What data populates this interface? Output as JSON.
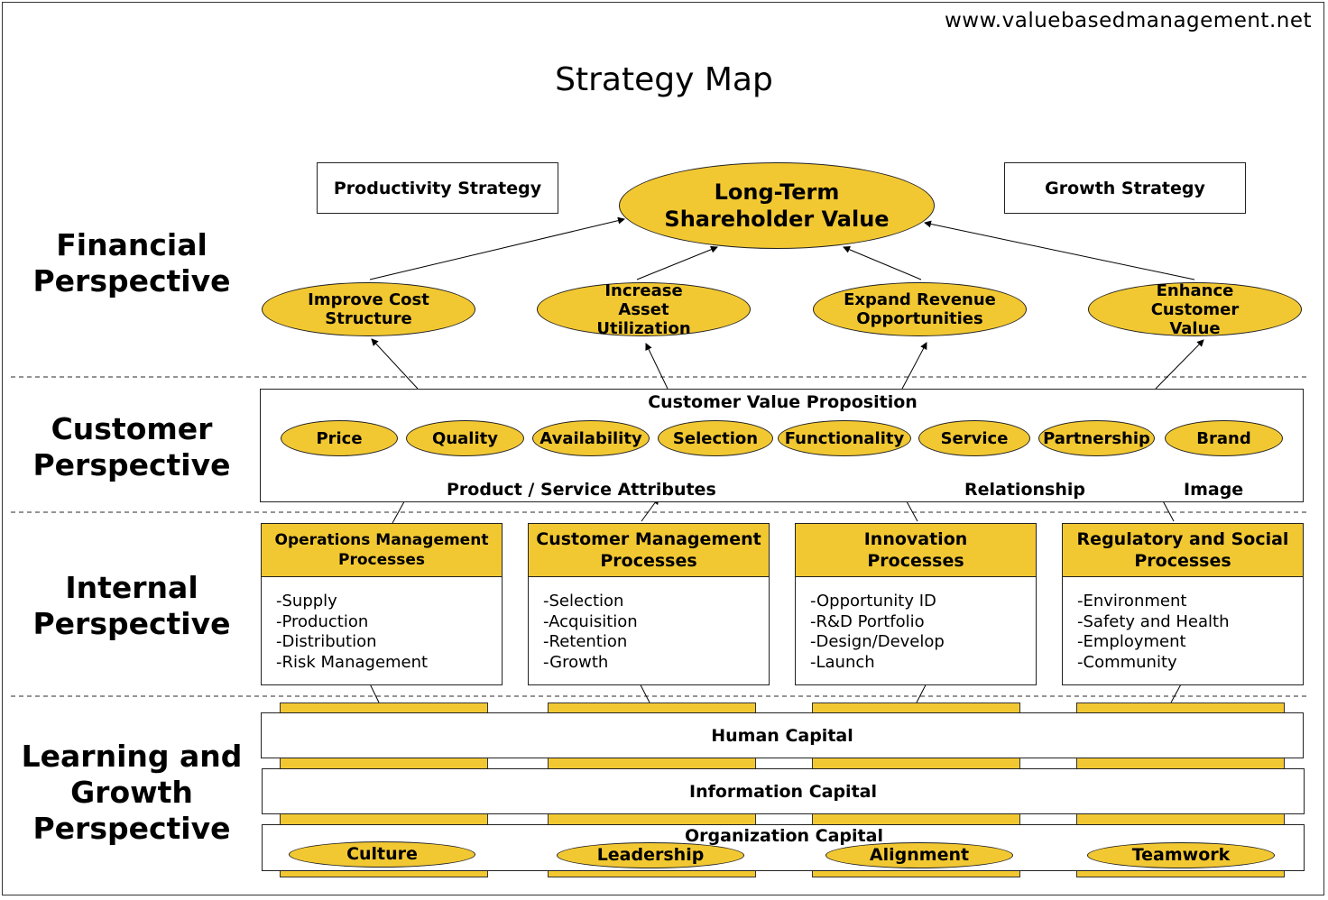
{
  "url": "www.valuebasedmanagement.net",
  "title": "Strategy Map",
  "perspectives": {
    "financial": "Financial Perspective",
    "customer": "Customer Perspective",
    "internal": "Internal Perspective",
    "learning": "Learning and Growth Perspective"
  },
  "financial": {
    "productivity": "Productivity Strategy",
    "growth": "Growth Strategy",
    "goal_line1": "Long-Term",
    "goal_line2": "Shareholder Value",
    "objectives": [
      "Improve Cost Structure",
      "Increase Asset Utilization",
      "Expand Revenue Opportunities",
      "Enhance Customer Value"
    ]
  },
  "customer": {
    "title": "Customer Value Proposition",
    "attributes": [
      "Price",
      "Quality",
      "Availability",
      "Selection",
      "Functionality",
      "Service",
      "Partnership",
      "Brand"
    ],
    "groups": [
      "Product / Service Attributes",
      "Relationship",
      "Image"
    ]
  },
  "internal": [
    {
      "title": "Operations Management Processes",
      "items": [
        "-Supply",
        "-Production",
        "-Distribution",
        "-Risk Management"
      ]
    },
    {
      "title": "Customer Management Processes",
      "items": [
        "-Selection",
        "-Acquisition",
        "-Retention",
        "-Growth"
      ]
    },
    {
      "title": "Innovation Processes",
      "items": [
        "-Opportunity ID",
        "-R&D Portfolio",
        "-Design/Develop",
        "-Launch"
      ]
    },
    {
      "title": "Regulatory and Social Processes",
      "items": [
        "-Environment",
        "-Safety and Health",
        "-Employment",
        "-Community"
      ]
    }
  ],
  "learning": {
    "human": "Human Capital",
    "information": "Information Capital",
    "organization": "Organization Capital",
    "org_items": [
      "Culture",
      "Leadership",
      "Alignment",
      "Teamwork"
    ]
  },
  "colors": {
    "accent": "#f2c832"
  }
}
